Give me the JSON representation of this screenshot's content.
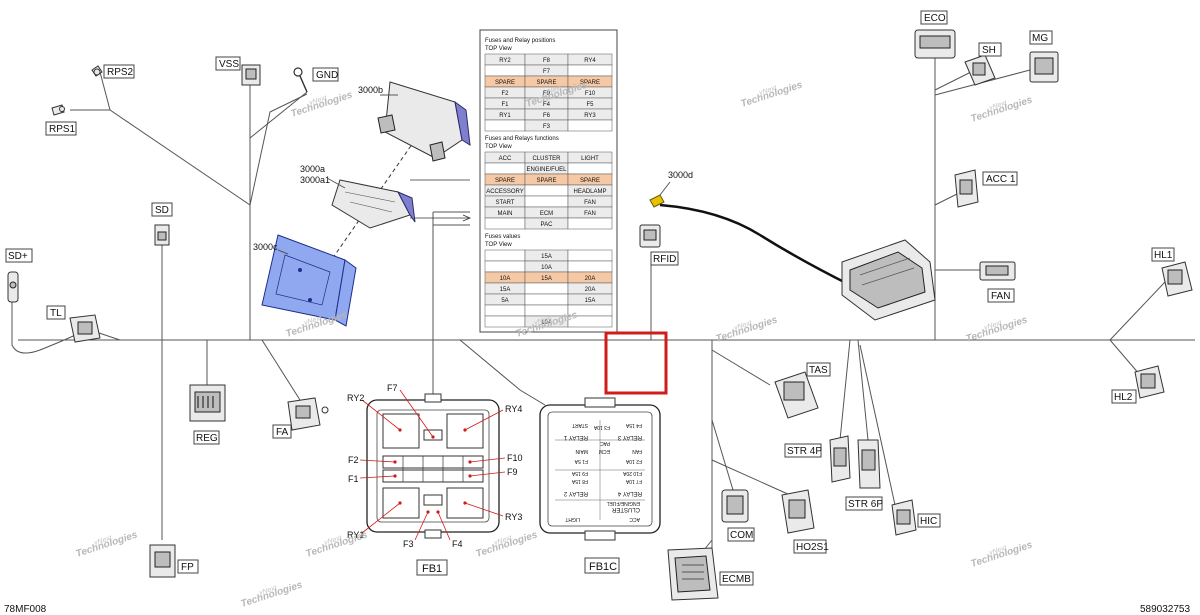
{
  "connectors": {
    "eco": "ECO",
    "sh": "SH",
    "mg": "MG",
    "vss": "VSS",
    "gnd": "GND",
    "rps2": "RPS2",
    "rps1": "RPS1",
    "sd": "SD",
    "sd_plus": "SD+",
    "tl": "TL",
    "reg": "REG",
    "fa": "FA",
    "fp": "FP",
    "rfid": "RFID",
    "acc1": "ACC 1",
    "fan": "FAN",
    "hl1": "HL1",
    "hl2": "HL2",
    "tas": "TAS",
    "str4p": "STR 4P",
    "str6p": "STR 6P",
    "hic": "HIC",
    "com": "COM",
    "ho2s1": "HO2S1",
    "ecmb": "ECMB",
    "fb1": "FB1",
    "fb1c": "FB1C"
  },
  "callouts": {
    "c3000b": "3000b",
    "c3000a": "3000a",
    "c3000a1": "3000a1",
    "c3000c": "3000c",
    "c3000d": "3000d"
  },
  "fuse_labels": {
    "ry2": "RY2",
    "ry4": "RY4",
    "f7": "F7",
    "f2": "F2",
    "f10": "F10",
    "f1": "F1",
    "f9": "F9",
    "ry1": "RY1",
    "ry3": "RY3",
    "f3": "F3",
    "f4": "F4"
  },
  "fb1c_face": {
    "relay4": "RELAY 4",
    "relay2": "RELAY 2",
    "relay1": "RELAY 1",
    "relay3": "RELAY 3",
    "cluster": "CLUSTER",
    "fuel": "ENGINE/FUEL",
    "acc": "ACC",
    "light": "LIGHT",
    "r1": "F7 10A",
    "r2": "F10 20A",
    "r3": "F8 15A",
    "r4": "F9 15A",
    "r5": "F2 10A",
    "r6": "F1 5A",
    "fan": "FAN",
    "main": "MAIN",
    "pac": "PAC",
    "start": "START",
    "ecm": "ECM",
    "f3": "F3 10A",
    "f4": "F4 15A"
  },
  "fuse_table": {
    "section1_title": "Fuses and Relay positions",
    "section1_view": "TOP View",
    "positions": [
      [
        "RY2",
        "F8",
        "RY4"
      ],
      [
        "",
        "F7",
        ""
      ],
      [
        "SPARE",
        "SPARE",
        "SPARE"
      ],
      [
        "F2",
        "F9",
        "F10"
      ],
      [
        "F1",
        "F4",
        "F5"
      ],
      [
        "RY1",
        "F6",
        "RY3"
      ],
      [
        "",
        "F3",
        ""
      ]
    ],
    "section2_title": "Fuses and Relays functions",
    "section2_view": "TOP View",
    "functions": [
      [
        "ACC",
        "CLUSTER",
        "LIGHT"
      ],
      [
        "",
        "ENGINE/FUEL",
        ""
      ],
      [
        "SPARE",
        "SPARE",
        "SPARE"
      ],
      [
        "ACCESSORY",
        "",
        "HEADLAMP"
      ],
      [
        "START",
        "",
        "FAN"
      ],
      [
        "MAIN",
        "ECM",
        "FAN"
      ],
      [
        "",
        "PAC",
        ""
      ]
    ],
    "section3_title": "Fuses values",
    "section3_view": "TOP View",
    "values": [
      [
        "",
        "15A",
        ""
      ],
      [
        "",
        "10A",
        ""
      ],
      [
        "10A",
        "15A",
        "20A"
      ],
      [
        "15A",
        "",
        "20A"
      ],
      [
        "5A",
        "",
        "15A"
      ],
      [
        "",
        "",
        ""
      ],
      [
        "",
        "10A",
        ""
      ]
    ]
  },
  "watermark": {
    "line1": "vNext",
    "line2": "Technologies"
  },
  "footer": {
    "left": "78MF008",
    "right": "589032753"
  },
  "colors": {
    "highlight": "#d21b1b",
    "spare_row": "#f6c9a6",
    "bracket_blue": "#8fa8f0"
  }
}
